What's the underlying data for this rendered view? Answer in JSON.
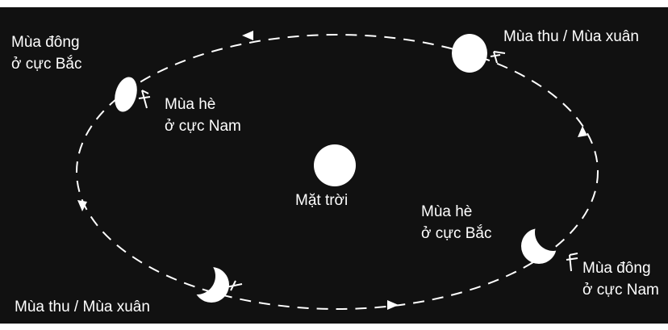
{
  "colors": {
    "background": "#111111",
    "ink": "#ffffff",
    "page": "#ffffff"
  },
  "labels": {
    "sun": "Mặt trời",
    "top_left_winter_north": [
      "Mùa đông",
      "ở cực Bắc"
    ],
    "top_left_summer_south": [
      "Mùa hè",
      "ở cực Nam"
    ],
    "top_right_autumn_spring": "Mùa thu / Mùa xuân",
    "right_summer_north": [
      "Mùa hè",
      "ở cực Bắc"
    ],
    "right_winter_south": [
      "Mùa đông",
      "ở cực Nam"
    ],
    "bottom_left_autumn_spring": "Mùa thu / Mùa xuân"
  },
  "icons": {
    "sun": "sun-disc",
    "earth_positions": [
      "earth-full-disc",
      "earth-full-disc",
      "earth-crescent",
      "earth-crescent"
    ],
    "orbit_direction": "counterclockwise-arrows"
  }
}
